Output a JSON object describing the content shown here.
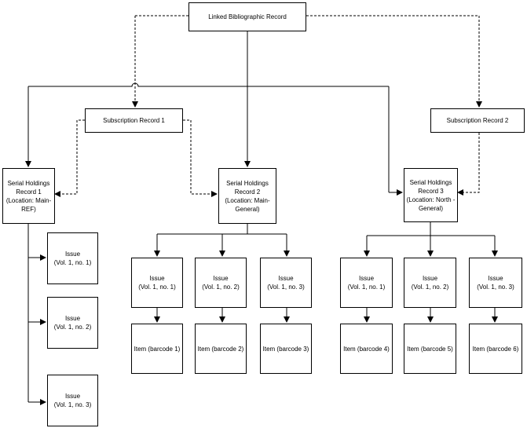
{
  "diagram": {
    "colors": {
      "line": "#000000",
      "box_border": "#000000",
      "box_fill": "#ffffff",
      "text": "#000000"
    },
    "nodes": {
      "linked_record": {
        "label": "Linked Bibliographic Record"
      },
      "subscription_1": {
        "label": "Subscription Record 1"
      },
      "subscription_2": {
        "label": "Subscription Record 2"
      },
      "holdings_1": {
        "label": "Serial Holdings\nRecord 1\n(Location: Main-\nREF)"
      },
      "holdings_2": {
        "label": "Serial Holdings\nRecord 2\n(Location: Main-\nGeneral)"
      },
      "holdings_3": {
        "label": "Serial Holdings\nRecord 3\n(Location: North -\nGeneral)"
      },
      "h1_issue_1": {
        "label": "Issue\n(Vol. 1, no. 1)"
      },
      "h1_issue_2": {
        "label": "Issue\n(Vol. 1, no. 2)"
      },
      "h1_issue_3": {
        "label": "Issue\n(Vol. 1, no. 3)"
      },
      "h2_issue_1": {
        "label": "Issue\n(Vol. 1, no. 1)"
      },
      "h2_issue_2": {
        "label": "Issue\n(Vol. 1, no. 2)"
      },
      "h2_issue_3": {
        "label": "Issue\n(Vol. 1, no. 3)"
      },
      "h3_issue_1": {
        "label": "Issue\n(Vol. 1, no. 1)"
      },
      "h3_issue_2": {
        "label": "Issue\n(Vol. 1, no. 2)"
      },
      "h3_issue_3": {
        "label": "Issue\n(Vol. 1, no. 3)"
      },
      "item_1": {
        "label": "Item (barcode 1)"
      },
      "item_2": {
        "label": "Item (barcode 2)"
      },
      "item_3": {
        "label": "Item (barcode 3)"
      },
      "item_4": {
        "label": "Item (barcode 4)"
      },
      "item_5": {
        "label": "Item (barcode 5)"
      },
      "item_6": {
        "label": "Item (barcode 6)"
      }
    }
  }
}
